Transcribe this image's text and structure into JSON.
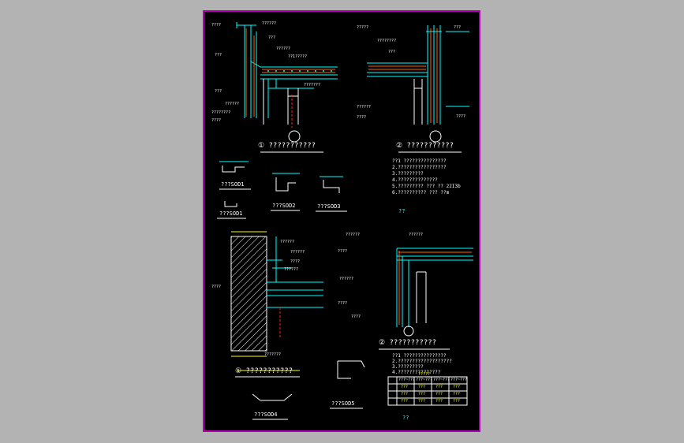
{
  "drawing": {
    "frame_color": "#b000b0",
    "bg_color": "#000000",
    "accent_cyan": "#00ffff",
    "accent_yellow": "#ffff00",
    "detail1": {
      "title": "①  ???????????",
      "labels": [
        "??????",
        "???",
        "??????",
        "??1?????",
        "???",
        "???",
        "??????",
        "????????",
        "????",
        "???????",
        "????"
      ]
    },
    "detail2": {
      "title": "②  ???????????",
      "labels": [
        "?????",
        "????????",
        "???",
        "??????",
        "????",
        "???",
        "????"
      ]
    },
    "detail3": {
      "title": "①  ???????????",
      "labels": [
        "??????",
        "??????",
        "????",
        "??????",
        "????",
        "???????"
      ]
    },
    "detail4": {
      "title": "②  ???????????",
      "labels": [
        "??????",
        "????",
        "??????",
        "????",
        "????",
        "??????"
      ]
    },
    "sections": {
      "sod1": "???SOD1",
      "sod1b": "???SOD1",
      "sod2": "???SOD2",
      "sod3": "???SOD3",
      "sod4": "???SOD4",
      "sod5": "???SOD5"
    },
    "notes1": [
      "??1 ???????????????",
      "  2.?????????????????",
      "  3.?????????",
      "  4.??????????????",
      "  5.????????? ??? ?? 22I3b",
      "  6.?????????? ??? ??m"
    ],
    "notes2": [
      "??1 ???????????????",
      "  2.???????????????????",
      "  3.?????????",
      "  4.???????????????"
    ],
    "table": {
      "caption": "?????",
      "header": [
        "",
        "???~???",
        "???~???",
        "???~???",
        "???~???"
      ],
      "rows": [
        [
          "",
          "???",
          "???",
          "???",
          "???"
        ],
        [
          "",
          "???",
          "???",
          "???",
          "???"
        ],
        [
          "",
          "???",
          "???",
          "???",
          "???"
        ]
      ]
    },
    "mark_qq_1": "??",
    "mark_qq_2": "??"
  }
}
